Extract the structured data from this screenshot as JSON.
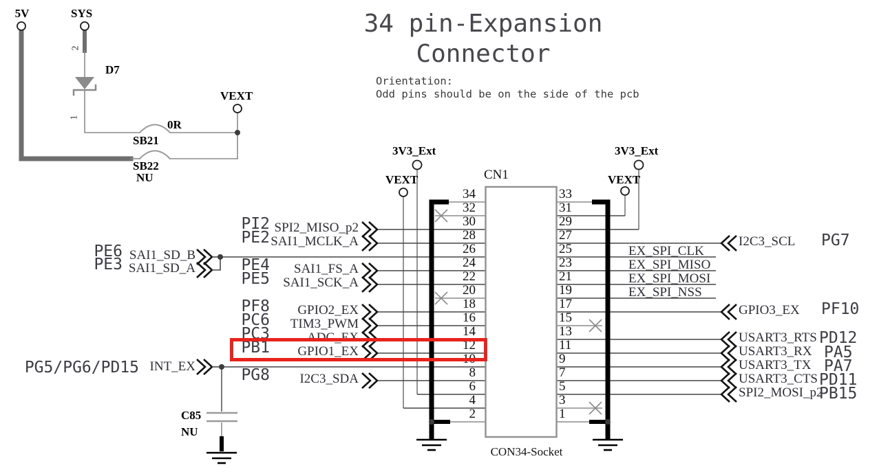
{
  "title": {
    "line1": "34 pin-Expansion",
    "line2": "Connector"
  },
  "orientation": {
    "line1": "Orientation:",
    "line2": "Odd pins should be on the side of the pcb"
  },
  "power_circuit": {
    "v5": "5V",
    "sys": "SYS",
    "diode": "D7",
    "diode_pin_2": "2",
    "diode_pin_1": "1",
    "sb21": "SB21",
    "sb21_value": "0R",
    "sb22": "SB22",
    "sb22_value": "NU",
    "vext": "VEXT"
  },
  "rails": {
    "left_3v3": "3V3_Ext",
    "left_vext": "VEXT",
    "right_3v3": "3V3_Ext",
    "right_vext": "VEXT"
  },
  "connector": {
    "ref": "CN1",
    "footprint": "CON34-Socket",
    "left_pins": [
      "34",
      "32",
      "30",
      "28",
      "26",
      "24",
      "22",
      "20",
      "18",
      "16",
      "14",
      "12",
      "10",
      "8",
      "6",
      "4",
      "2"
    ],
    "right_pins": [
      "33",
      "31",
      "29",
      "27",
      "25",
      "23",
      "21",
      "19",
      "17",
      "15",
      "13",
      "11",
      "9",
      "7",
      "5",
      "3",
      "1"
    ],
    "no_connect_pins": [
      "32",
      "20",
      "15",
      "3"
    ]
  },
  "left_signals": [
    {
      "pin_name": "PI2",
      "net": "SPI2_MISO_p2",
      "pin": "30"
    },
    {
      "pin_name": "PE2",
      "net": "SAI1_MCLK_A",
      "pin": "28"
    },
    {
      "pin_name": "PE4",
      "net": "SAI1_FS_A",
      "pin": "24"
    },
    {
      "pin_name": "PE5",
      "net": "SAI1_SCK_A",
      "pin": "22"
    },
    {
      "pin_name": "PF8",
      "net": "GPIO2_EX",
      "pin": "18"
    },
    {
      "pin_name": "PC6",
      "net": "TIM3_PWM",
      "pin": "16"
    },
    {
      "pin_name": "PC3",
      "net": "ADC_EX",
      "pin": "14"
    },
    {
      "pin_name": "PB1",
      "net": "GPIO1_EX",
      "pin": "12"
    },
    {
      "pin_name": "PG8",
      "net": "I2C3_SDA",
      "pin": "8"
    }
  ],
  "far_left_signals": [
    {
      "pin_name": "PE6",
      "net": "SAI1_SD_B",
      "pin": "26"
    },
    {
      "pin_name": "PE3",
      "net": "SAI1_SD_A",
      "pin": "26"
    },
    {
      "pin_name": "PG5/PG6/PD15",
      "net": "INT_EX",
      "pin": "10"
    }
  ],
  "right_bus_labels": [
    {
      "net": "EX_SPI_CLK",
      "pin": "25"
    },
    {
      "net": "EX_SPI_MISO",
      "pin": "23"
    },
    {
      "net": "EX_SPI_MOSI",
      "pin": "21"
    },
    {
      "net": "EX_SPI_NSS",
      "pin": "19"
    }
  ],
  "right_signals": [
    {
      "net": "I2C3_SCL",
      "pin_name": "PG7",
      "pin": "27"
    },
    {
      "net": "GPIO3_EX",
      "pin_name": "PF10",
      "pin": "17"
    },
    {
      "net": "USART3_RTS",
      "pin_name": "PD12",
      "pin": "13"
    },
    {
      "net": "USART3_RX",
      "pin_name": "PA5",
      "pin": "11"
    },
    {
      "net": "USART3_TX",
      "pin_name": "PA7",
      "pin": "9"
    },
    {
      "net": "USART3_CTS",
      "pin_name": "PD11",
      "pin": "7"
    },
    {
      "net": "SPI2_MOSI_p2",
      "pin_name": "PB15",
      "pin": "5"
    }
  ],
  "capacitor": {
    "ref": "C85",
    "value": "NU"
  },
  "highlight": {
    "color": "#e8231d"
  }
}
